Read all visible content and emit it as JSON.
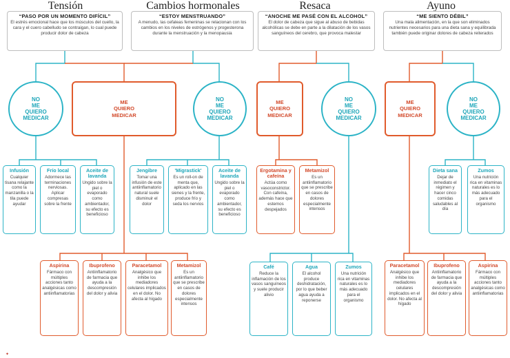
{
  "columns": [
    {
      "title": "Tensión",
      "quote": "“PASO POR UN MOMENTO DIFÍCIL”",
      "desc": "El estrés emocional hace que los músculos del cuello, la cara y el cuero cabelludo se contraigan, lo cual puede producir dolor de cabeza"
    },
    {
      "title": "Cambios hormonales",
      "quote": "“ESTOY MENSTRUANDO”",
      "desc": "A menudo, las cefaleas femeninas se relacionan con los cambios en los niveles de estrógenos y progesterona durante la menstruación y la menopausia"
    },
    {
      "title": "Resaca",
      "quote": "“ANOCHE ME PASÉ CON EL ALCOHOL”",
      "desc": "El dolor de cabeza que sigue al abuso de bebidas alcohólicas se debe en parte a la dilatación de los vasos sanguíneos del cerebro, que provoca malestar"
    },
    {
      "title": "Ayuno",
      "quote": "“ME SIENTO DÉBIL”",
      "desc": "Una mala alimentación, en la que son eliminados nutrientes necesarios para una dieta sana y equilibrada también puede originar dolores de cabeza reiterados"
    }
  ],
  "nodes": {
    "no_medicar": "NO\nME\nQUIERO\nMEDICAR",
    "si_medicar": "ME\nQUIERO\nMEDICAR"
  },
  "remedies": {
    "tension_natural": [
      {
        "name": "Infusión",
        "text": "Cualquier tisana relajante como la manzanilla o la tila puede ayudar"
      },
      {
        "name": "Frío local",
        "text": "Adormece las terminaciones nerviosas. Aplicar compresas sobre la frente"
      },
      {
        "name": "Aceite de lavanda",
        "text": "Ungido sobre la piel o evaporado como ambientador, su efecto es beneficioso"
      }
    ],
    "hormonal_natural": [
      {
        "name": "Jengibre",
        "text": "Tomar una infusión de este antiinflamatorio natural suele disminuir el dolor"
      },
      {
        "name": "'Migrastick'",
        "text": "Es un roll-on de menta que, aplicado en las sienes y la frente, produce frío y seda los nervios"
      },
      {
        "name": "Aceite de lavanda",
        "text": "Ungido sobre la piel o evaporado como ambientador, su efecto es beneficioso"
      }
    ],
    "resaca_med": [
      {
        "name": "Ergotamina y cafeína",
        "text": "Actúa como vasoconstrictor. Con cafeína, además hace que estemos despejados"
      },
      {
        "name": "Metamizol",
        "text": "Es un antiinflamatorio que se prescribe en casos de dolores especialmente intensos"
      }
    ],
    "ayuno_natural": [
      {
        "name": "Dieta sana",
        "text": "Dejar de inmediato el régimen y hacer cinco comidas saludables al día"
      },
      {
        "name": "Zumos",
        "text": "Una nutrición rica en vitaminas naturales es lo más adecuado para el organismo"
      }
    ],
    "shared_med": [
      {
        "name": "Aspirina",
        "text": "Fármaco con múltiples acciones tanto analgésicas como antiinflamatorias"
      },
      {
        "name": "Ibuprofeno",
        "text": "Antiinflamatorio de farmacia que ayuda a la descompresión del dolor y alivia"
      },
      {
        "name": "Paracetamol",
        "text": "Analgésico que inhibe los mediadores celulares implicados en el dolor. No afecta al hígado"
      },
      {
        "name": "Metamizol",
        "text": "Es un antiinflamatorio que se prescribe en casos de dolores especialmente intensos"
      }
    ],
    "resaca_natural": [
      {
        "name": "Café",
        "text": "Reduce la inflamación de los vasos sanguíneos y suele producir alivio"
      },
      {
        "name": "Agua",
        "text": "El alcohol produce deshidratación, por lo que beber agua ayuda a reponerse"
      },
      {
        "name": "Zumos",
        "text": "Una nutrición rica en vitaminas naturales es lo más adecuado para el organismo"
      }
    ],
    "ayuno_med": [
      {
        "name": "Paracetamol",
        "text": "Analgésico que inhibe los mediadores celulares implicados en el dolor. No afecta al hígado"
      },
      {
        "name": "Ibuprofeno",
        "text": "Antiinflamatorio de farmacia que ayuda a la descompresión del dolor y alivia"
      },
      {
        "name": "Aspirina",
        "text": "Fármaco con múltiples acciones tanto analgésicas como antiinflamatorias"
      }
    ]
  },
  "colors": {
    "teal": "#2bb3c6",
    "orange": "#e05a2b"
  }
}
